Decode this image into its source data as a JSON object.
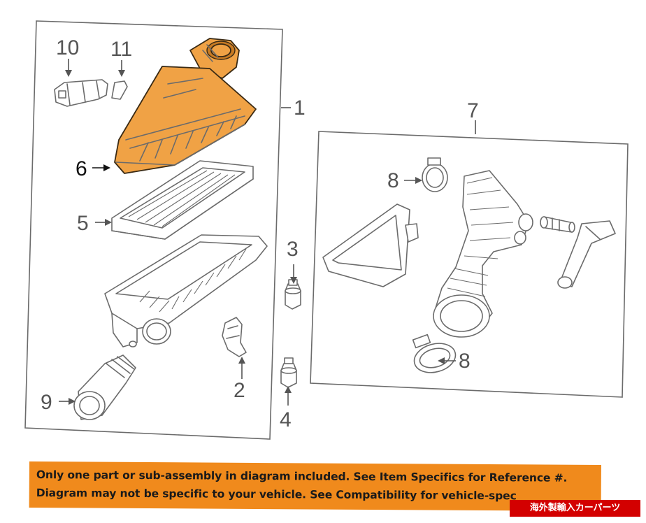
{
  "diagram": {
    "callouts": {
      "c1": "1",
      "c2": "2",
      "c3": "3",
      "c4": "4",
      "c5": "5",
      "c6": "6",
      "c7": "7",
      "c8a": "8",
      "c8b": "8",
      "c9": "9",
      "c10": "10",
      "c11": "11"
    },
    "colors": {
      "highlight": "#f0a245",
      "outline": "#6b6b6b",
      "banner": "#f08a1c",
      "badge": "#d30000"
    }
  },
  "notice": {
    "line1": "Only one part or sub-assembly in diagram included. See Item Specifics for Reference #.",
    "line2": "Diagram may not be specific to your vehicle. See Compatibility for vehicle-spec"
  },
  "badge": {
    "text": "海外製輸入カーパーツ"
  }
}
